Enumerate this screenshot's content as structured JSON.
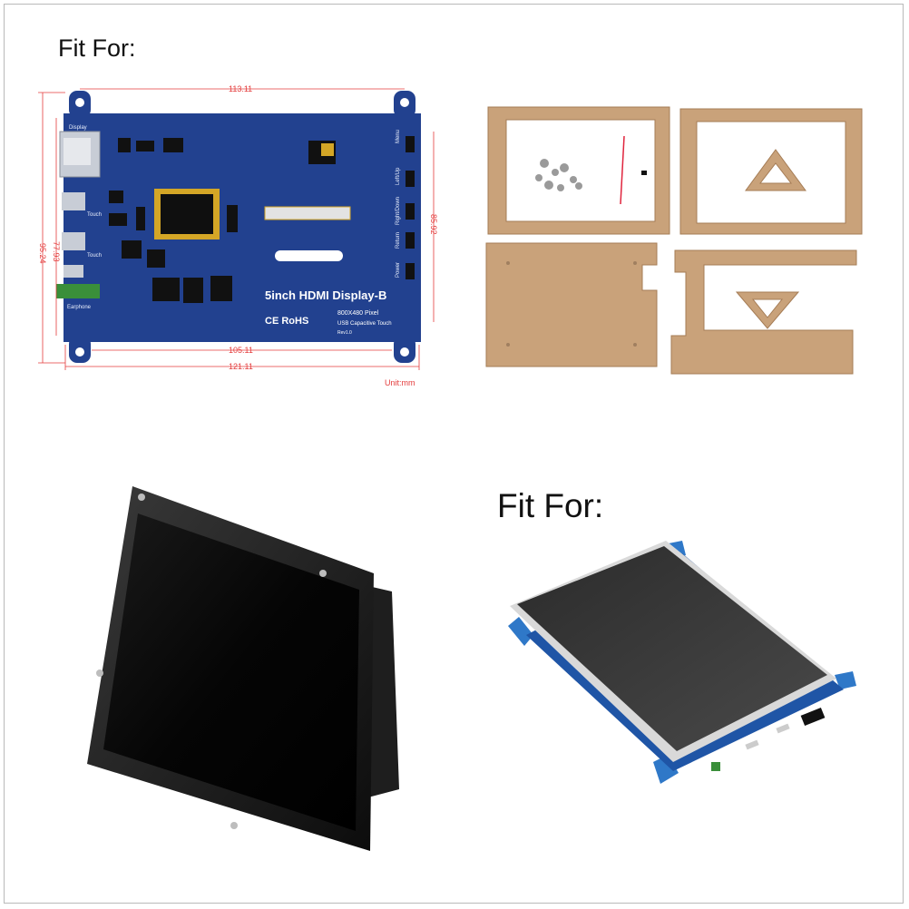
{
  "labels": {
    "fit_for_top": "Fit For:",
    "fit_for_bottom": "Fit For:"
  },
  "dimensions": {
    "top_width": "113.11",
    "bottom_inner": "105.11",
    "bottom_outer": "121.11",
    "left_inner": "77.93",
    "left_outer": "95.24",
    "right": "85.92",
    "unit": "Unit:mm"
  },
  "board": {
    "title": "5inch HDMI Display-B",
    "resolution": "800X480 Pixel",
    "touch": "USB Capacitive Touch",
    "rev": "Rev1.0",
    "certs": "CE RoHS",
    "left_labels": [
      "Display",
      "Touch",
      "Touch",
      "Earphone"
    ],
    "right_labels": [
      "Menu",
      "Left/Up",
      "Right/Down",
      "Return",
      "Power"
    ]
  },
  "colors": {
    "pcb": "#22418f",
    "acrylic": "#c9a27a",
    "dimension": "#e43c3c",
    "screen": "#050505"
  }
}
